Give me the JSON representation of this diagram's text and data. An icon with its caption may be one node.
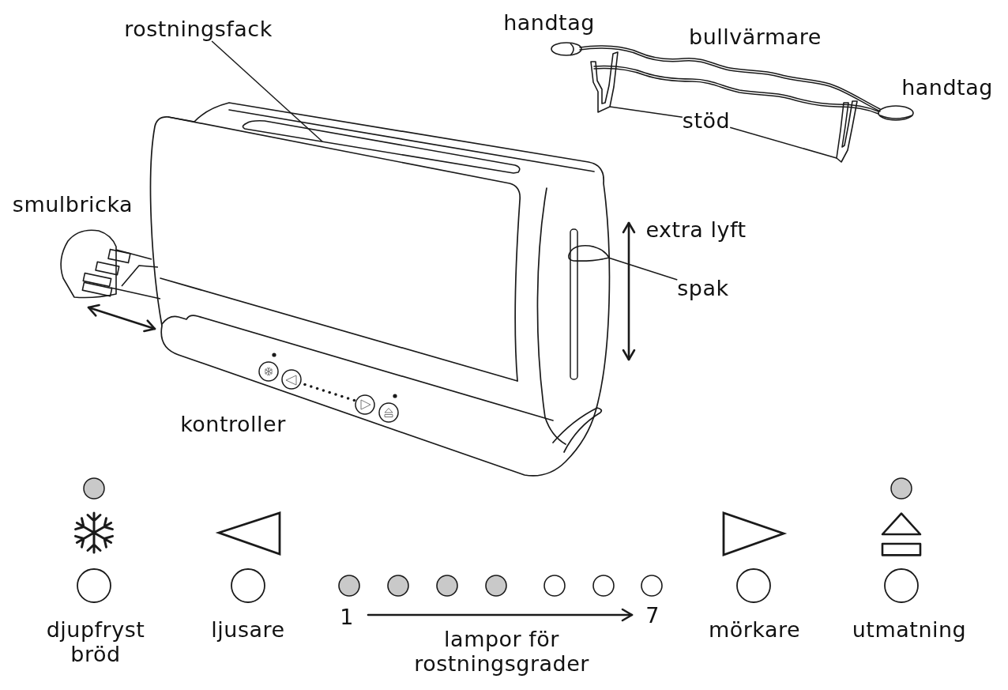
{
  "diagram": {
    "nodes": [
      {
        "text": [
          "rostningsfack"
        ]
      },
      {
        "text": [],
        "shape": "picture"
      },
      {
        "text": [
          "stöd"
        ]
      },
      {
        "text": [],
        "shape": "picture"
      },
      {
        "text": [],
        "shape": "picture"
      },
      {
        "text": [
          "spak"
        ]
      },
      {
        "text": [],
        "shape": "picture"
      }
    ],
    "edges": [
      {
        "from": 0,
        "to": 1,
        "arrow": "none"
      },
      {
        "from": 2,
        "to": 3,
        "arrow": "none"
      },
      {
        "from": 2,
        "to": 4,
        "arrow": "none"
      },
      {
        "from": 5,
        "to": 6,
        "arrow": "none"
      }
    ],
    "labels": [
      "handtag",
      "bullvärmare",
      "handtag",
      "smulbricka",
      "extra lyft",
      "kontroller",
      "djupfryst bröd",
      "ljusare",
      "1",
      "lampor för rostningsgrader",
      "7",
      "mörkare",
      "utmatning"
    ]
  }
}
